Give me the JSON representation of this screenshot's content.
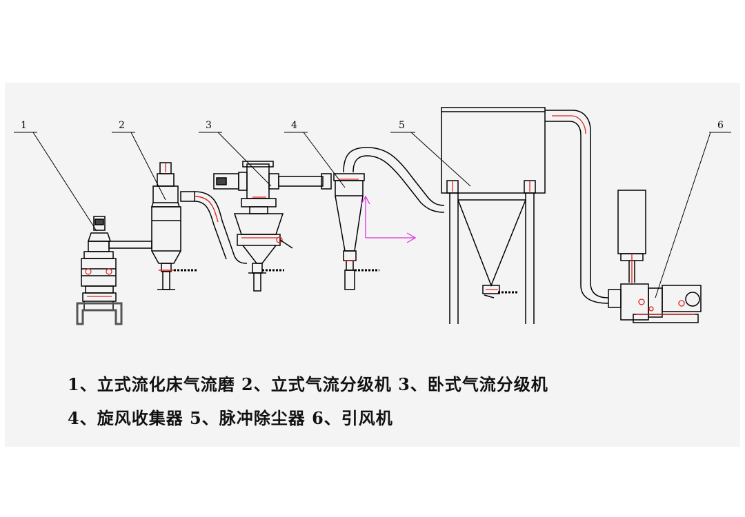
{
  "labels": [
    "1",
    "2",
    "3",
    "4",
    "5",
    "6"
  ],
  "legend": {
    "line1": "1、立式流化床气流磨 2、立式气流分级机 3、卧式气流分级机",
    "line2": "4、旋风收集器 5、脉冲除尘器 6、引风机"
  },
  "colors": {
    "line": "#000000",
    "accent_red": "#e0201e",
    "arrow_magenta": "#e030e0",
    "panel": "#f4f4f4"
  }
}
